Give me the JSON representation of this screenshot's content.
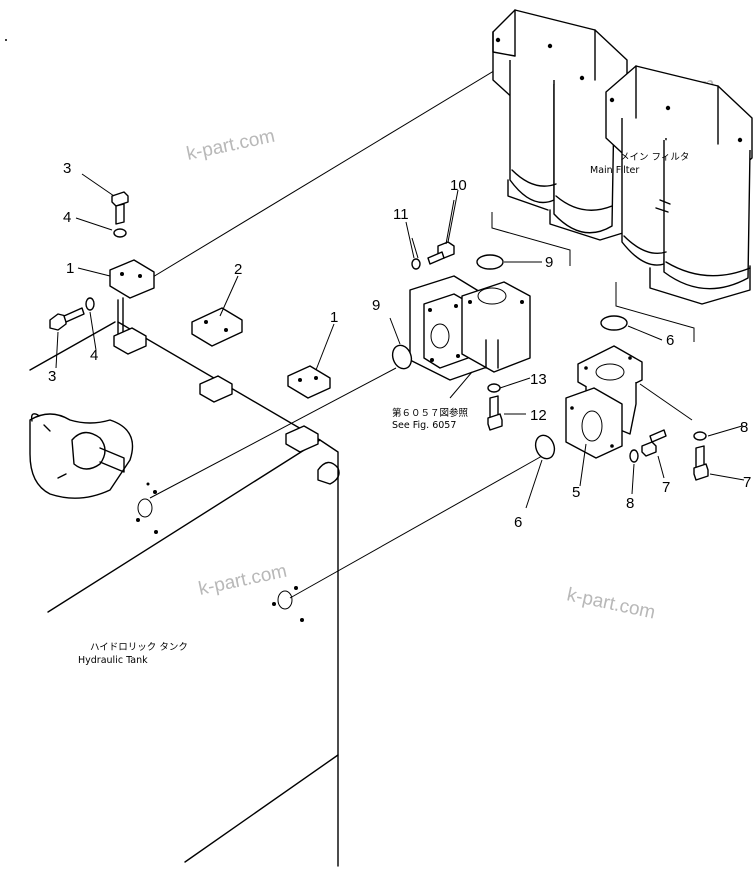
{
  "watermark": "k-part.com",
  "labels": {
    "main_filter_jp": "メイン フィルタ",
    "main_filter_en": "Main Filter",
    "hydraulic_tank_jp": "ハイドロリック タンク",
    "hydraulic_tank_en": "Hydraulic Tank",
    "see_fig_jp": "第６０５７図参照",
    "see_fig_en": "See Fig. 6057"
  },
  "callouts": {
    "c1a": "1",
    "c1b": "1",
    "c2": "2",
    "c3a": "3",
    "c3b": "3",
    "c4a": "4",
    "c4b": "4",
    "c5": "5",
    "c6a": "6",
    "c6b": "6",
    "c7a": "7",
    "c7b": "7",
    "c8a": "8",
    "c8b": "8",
    "c9a": "9",
    "c9b": "9",
    "c10": "10",
    "c11": "11",
    "c12": "12",
    "c13": "13"
  }
}
